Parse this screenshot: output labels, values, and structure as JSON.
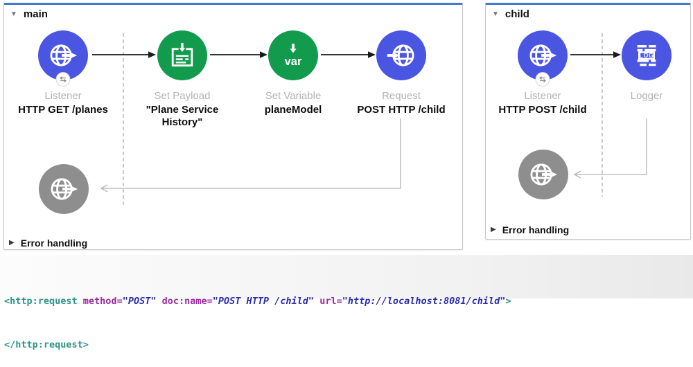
{
  "colors": {
    "node_blue": "#4a55e1",
    "node_green": "#129b4d",
    "node_gray": "#8e8e8e",
    "flow_selected_border": "#3d7cd0",
    "code_tag": "#2e958b",
    "code_attr": "#9c2ba2",
    "code_value": "#2a2ab2"
  },
  "flows": {
    "main": {
      "title": "main",
      "error_handling_label": "Error handling",
      "nodes": [
        {
          "type_label": "Listener",
          "caption": "HTTP GET /planes",
          "icon": "http-listener-globe-icon"
        },
        {
          "type_label": "Set Payload",
          "caption": "\"Plane Service History\"",
          "icon": "set-payload-icon"
        },
        {
          "type_label": "Set Variable",
          "caption": "planeModel",
          "icon": "set-variable-var-icon"
        },
        {
          "type_label": "Request",
          "caption": "POST HTTP /child",
          "icon": "http-request-globe-icon"
        }
      ],
      "error_node_icon": "http-globe-icon"
    },
    "child": {
      "title": "child",
      "error_handling_label": "Error handling",
      "nodes": [
        {
          "type_label": "Listener",
          "caption": "HTTP POST /child",
          "icon": "http-listener-globe-icon"
        },
        {
          "type_label": "Logger",
          "caption": "",
          "icon": "logger-icon"
        }
      ],
      "error_node_icon": "http-globe-icon"
    }
  },
  "code": {
    "line1": [
      {
        "t": "<http:request ",
        "c": "tag"
      },
      {
        "t": "method=",
        "c": "attr"
      },
      {
        "t": "\"POST\" ",
        "c": "val"
      },
      {
        "t": "doc:name=",
        "c": "attr"
      },
      {
        "t": "\"POST HTTP /child\" ",
        "c": "val"
      },
      {
        "t": "url=",
        "c": "attr"
      },
      {
        "t": "\"http://localhost:8081/child\"",
        "c": "val"
      },
      {
        "t": ">",
        "c": "tag"
      }
    ],
    "line2": [
      {
        "t": "</http:request>",
        "c": "tag"
      }
    ]
  }
}
